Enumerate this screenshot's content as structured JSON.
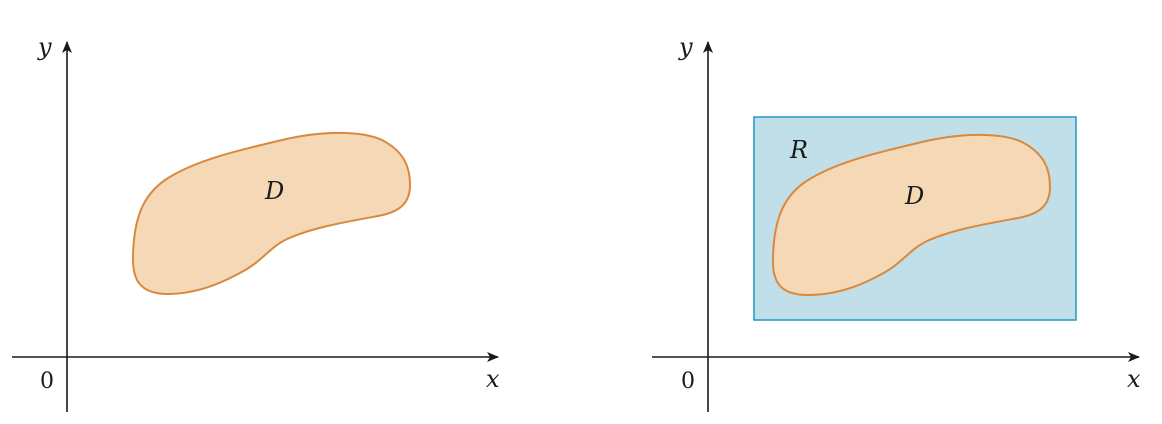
{
  "left_figure": {
    "y_axis_label": "y",
    "x_axis_label": "x",
    "origin_label": "0",
    "region_label": "D"
  },
  "right_figure": {
    "y_axis_label": "y",
    "x_axis_label": "x",
    "origin_label": "0",
    "region_label": "D",
    "rectangle_label": "R"
  },
  "colors": {
    "region_fill": "#f5d9b6",
    "region_stroke": "#d9893e",
    "rectangle_fill": "#c1dfe9",
    "rectangle_stroke": "#2a9fc9",
    "axis": "#1a1a1a"
  }
}
